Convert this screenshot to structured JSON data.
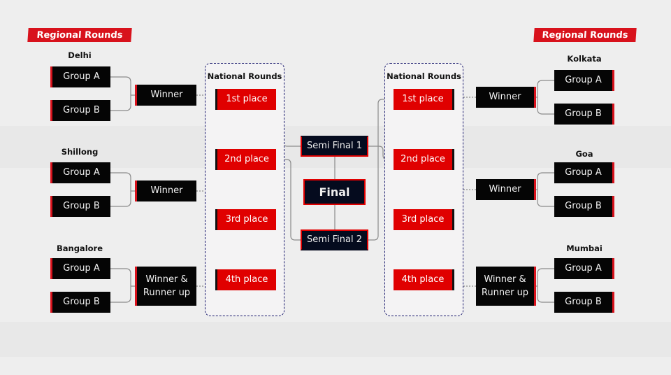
{
  "regional_title": "Regional Rounds",
  "national_title": "National Rounds",
  "left_regions": [
    {
      "city": "Delhi",
      "groups": [
        "Group A",
        "Group B"
      ],
      "result": "Winner"
    },
    {
      "city": "Shillong",
      "groups": [
        "Group A",
        "Group B"
      ],
      "result": "Winner"
    },
    {
      "city": "Bangalore",
      "groups": [
        "Group A",
        "Group B"
      ],
      "result": "Winner & Runner up"
    }
  ],
  "right_regions": [
    {
      "city": "Kolkata",
      "groups": [
        "Group A",
        "Group B"
      ],
      "result": "Winner"
    },
    {
      "city": "Goa",
      "groups": [
        "Group A",
        "Group B"
      ],
      "result": "Winner"
    },
    {
      "city": "Mumbai",
      "groups": [
        "Group A",
        "Group B"
      ],
      "result": "Winner & Runner up"
    }
  ],
  "places": [
    "1st place",
    "2nd place",
    "3rd place",
    "4th place"
  ],
  "semi_final_1": "Semi Final 1",
  "semi_final_2": "Semi Final 2",
  "final": "Final",
  "colors": {
    "accent": "#e00000",
    "dark": "#050b1e"
  }
}
